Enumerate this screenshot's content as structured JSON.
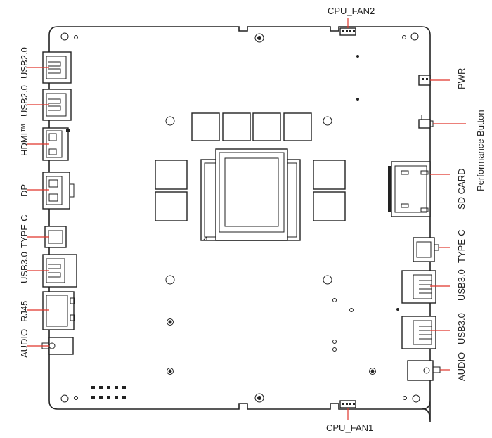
{
  "labels": {
    "cpu_fan2": "CPU_FAN2",
    "cpu_fan1": "CPU_FAN1",
    "pwr": "PWR",
    "performance_button": "Performance Button",
    "sd_card": "SD CARD",
    "type_c_right": "TYPE-C",
    "usb3_right_top": "USB3.0",
    "usb3_right_bottom": "USB3.0",
    "audio_right": "AUDIO",
    "usb2_top": "USB2.0",
    "usb2_bottom": "USB2.0",
    "hdmi": "HDMI™",
    "dp": "DP",
    "type_c_left": "TYPE-C",
    "usb3_left": "USB3.0",
    "rj45": "RJ45",
    "audio_left": "AUDIO"
  },
  "colors": {
    "outline": "#222222",
    "leader_line": "#e0352b",
    "background": "#ffffff"
  }
}
